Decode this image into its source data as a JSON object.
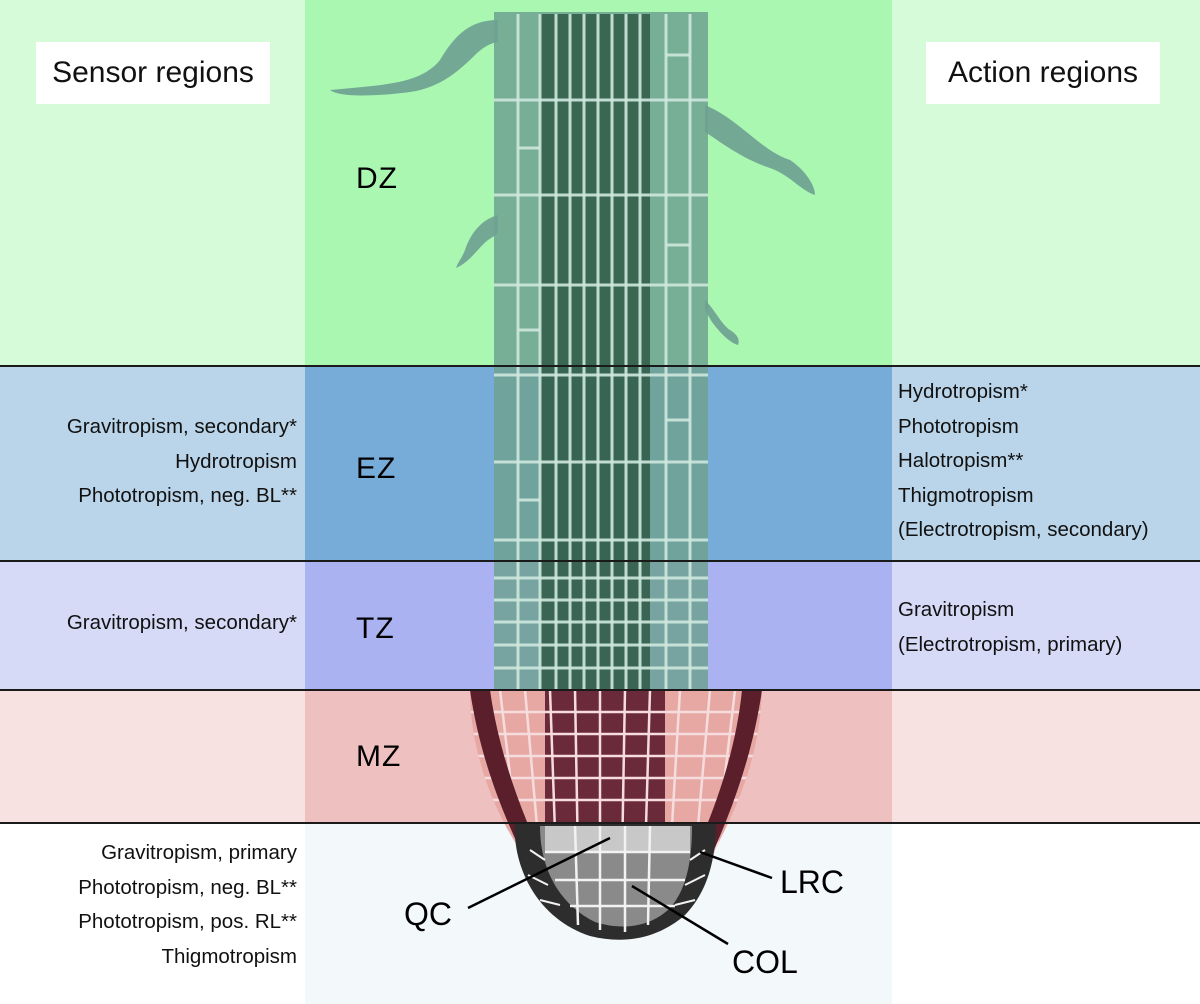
{
  "headers": {
    "sensor": "Sensor regions",
    "action": "Action regions"
  },
  "zones": [
    {
      "id": "dz",
      "label": "DZ",
      "sensor": [],
      "action": []
    },
    {
      "id": "ez",
      "label": "EZ",
      "sensor": [
        "Gravitropism, secondary*",
        "Hydrotropism",
        "Phototropism, neg. BL**"
      ],
      "action": [
        "Hydrotropism*",
        "Phototropism",
        "Halotropism**",
        "Thigmotropism",
        "(Electrotropism, secondary)"
      ]
    },
    {
      "id": "tz",
      "label": "TZ",
      "sensor": [
        "Gravitropism, secondary*"
      ],
      "action": [
        "Gravitropism",
        "(Electrotropism, primary)"
      ]
    },
    {
      "id": "mz",
      "label": "MZ",
      "sensor": [],
      "action": []
    },
    {
      "id": "cap",
      "label": "",
      "sensor": [
        "Gravitropism, primary",
        "Phototropism, neg. BL**",
        "Phototropism, pos. RL**",
        "Thigmotropism"
      ],
      "action": []
    }
  ],
  "tissue_labels": {
    "qc": "QC",
    "lrc": "LRC",
    "col": "COL"
  },
  "colors": {
    "dz_center": "#aaf7b1",
    "dz_side": "#d5fbd9",
    "ez_center": "#76acd7",
    "ez_side": "#bad5e9",
    "tz_center": "#aab2f2",
    "tz_side": "#d6daf7",
    "mz_center": "#efc0c0",
    "mz_side": "#f8e1e1",
    "cap_center": "#f3f8fa",
    "cap_side": "#ffffff"
  }
}
